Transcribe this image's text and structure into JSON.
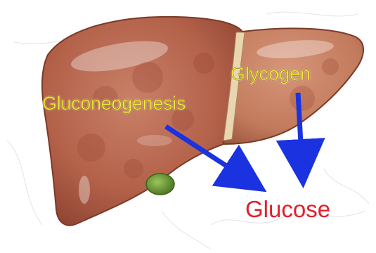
{
  "labels": {
    "glycogen": "Glycogen",
    "gluconeogenesis": "Gluconeogenesis",
    "glucose": "Glucose"
  },
  "colors": {
    "label_yellow": "#f6ee3a",
    "glucose_red": "#e0202a",
    "arrow_blue": "#1a32e0",
    "liver_main": "#b5654a",
    "liver_right_lobe": "#c47b5e",
    "gallbladder_green": "#6c9a3a"
  },
  "icons": [
    "liver-illustration",
    "gallbladder-icon",
    "arrow-gluconeogenesis-to-glucose",
    "arrow-glycogen-to-glucose"
  ]
}
